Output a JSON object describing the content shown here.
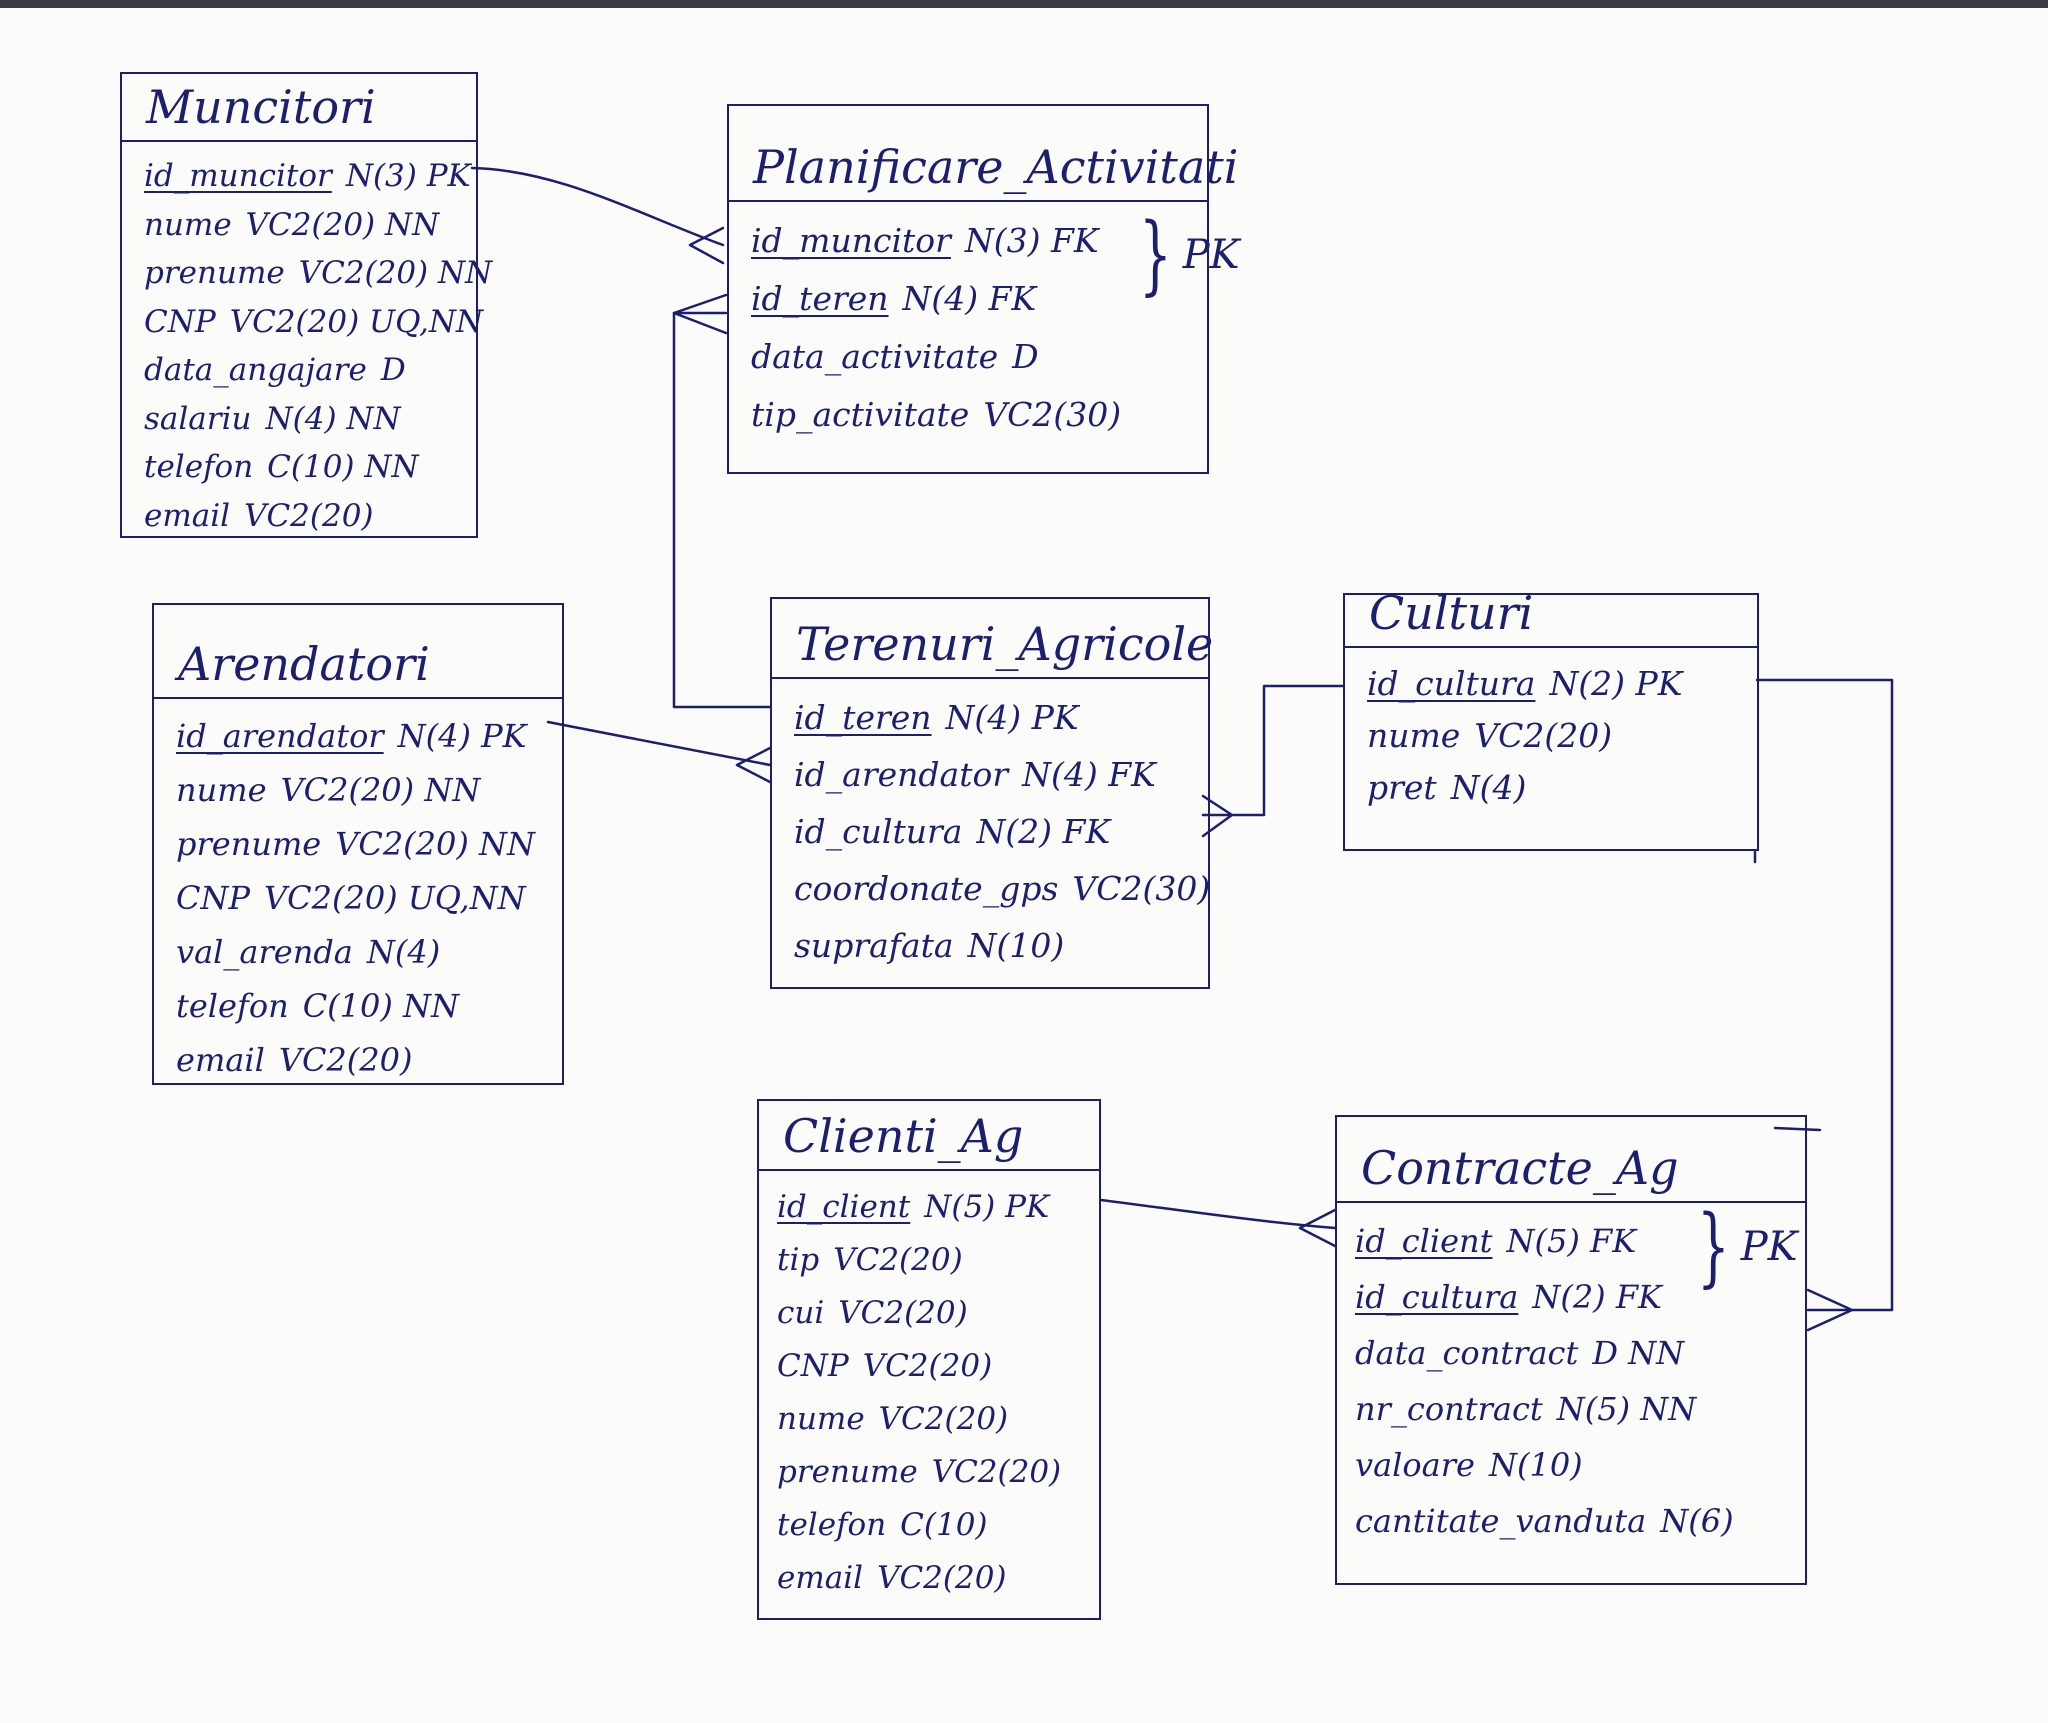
{
  "entities": {
    "muncitori": {
      "title": "Muncitori",
      "attributes": [
        {
          "name": "id_muncitor",
          "type": "N(3) PK"
        },
        {
          "name": "nume",
          "type": "VC2(20) NN"
        },
        {
          "name": "prenume",
          "type": "VC2(20) NN"
        },
        {
          "name": "CNP",
          "type": "VC2(20) UQ,NN"
        },
        {
          "name": "data_angajare",
          "type": "D"
        },
        {
          "name": "salariu",
          "type": "N(4) NN"
        },
        {
          "name": "telefon",
          "type": "C(10) NN"
        },
        {
          "name": "email",
          "type": "VC2(20)"
        }
      ]
    },
    "planificare": {
      "title": "Planificare_Activitati",
      "attributes": [
        {
          "name": "id_muncitor",
          "type": "N(3) FK"
        },
        {
          "name": "id_teren",
          "type": "N(4) FK"
        },
        {
          "name": "data_activitate",
          "type": "D"
        },
        {
          "name": "tip_activitate",
          "type": "VC2(30)"
        }
      ],
      "composite_key_label": "PK"
    },
    "arendatori": {
      "title": "Arendatori",
      "attributes": [
        {
          "name": "id_arendator",
          "type": "N(4) PK"
        },
        {
          "name": "nume",
          "type": "VC2(20) NN"
        },
        {
          "name": "prenume",
          "type": "VC2(20) NN"
        },
        {
          "name": "CNP",
          "type": "VC2(20) UQ,NN"
        },
        {
          "name": "val_arenda",
          "type": "N(4)"
        },
        {
          "name": "telefon",
          "type": "C(10) NN"
        },
        {
          "name": "email",
          "type": "VC2(20)"
        }
      ]
    },
    "terenuri": {
      "title": "Terenuri_Agricole",
      "attributes": [
        {
          "name": "id_teren",
          "type": "N(4) PK"
        },
        {
          "name": "id_arendator",
          "type": "N(4) FK"
        },
        {
          "name": "id_cultura",
          "type": "N(2) FK"
        },
        {
          "name": "coordonate_gps",
          "type": "VC2(30)"
        },
        {
          "name": "suprafata",
          "type": "N(10)"
        }
      ]
    },
    "culturi": {
      "title": "Culturi",
      "attributes": [
        {
          "name": "id_cultura",
          "type": "N(2) PK"
        },
        {
          "name": "nume",
          "type": "VC2(20)"
        },
        {
          "name": "pret",
          "type": "N(4)"
        }
      ]
    },
    "clienti": {
      "title": "Clienti_Ag",
      "attributes": [
        {
          "name": "id_client",
          "type": "N(5) PK"
        },
        {
          "name": "tip",
          "type": "VC2(20)"
        },
        {
          "name": "cui",
          "type": "VC2(20)"
        },
        {
          "name": "CNP",
          "type": "VC2(20)"
        },
        {
          "name": "nume",
          "type": "VC2(20)"
        },
        {
          "name": "prenume",
          "type": "VC2(20)"
        },
        {
          "name": "telefon",
          "type": "C(10)"
        },
        {
          "name": "email",
          "type": "VC2(20)"
        }
      ]
    },
    "contracte": {
      "title": "Contracte_Ag",
      "attributes": [
        {
          "name": "id_client",
          "type": "N(5) FK"
        },
        {
          "name": "id_cultura",
          "type": "N(2) FK"
        },
        {
          "name": "data_contract",
          "type": "D NN"
        },
        {
          "name": "nr_contract",
          "type": "N(5) NN"
        },
        {
          "name": "valoare",
          "type": "N(10)"
        },
        {
          "name": "cantitate_vanduta",
          "type": "N(6)"
        }
      ],
      "composite_key_label": "PK"
    }
  },
  "relationships": [
    {
      "from": "Muncitori",
      "to": "Planificare_Activitati",
      "cardinality": "1:N"
    },
    {
      "from": "Terenuri_Agricole",
      "to": "Planificare_Activitati",
      "cardinality": "1:N"
    },
    {
      "from": "Arendatori",
      "to": "Terenuri_Agricole",
      "cardinality": "1:N"
    },
    {
      "from": "Culturi",
      "to": "Terenuri_Agricole",
      "cardinality": "1:N"
    },
    {
      "from": "Culturi",
      "to": "Contracte_Ag",
      "cardinality": "1:N"
    },
    {
      "from": "Clienti_Ag",
      "to": "Contracte_Ag",
      "cardinality": "1:N"
    }
  ],
  "colors": {
    "ink": "#1b1f6e",
    "paper": "#fbfbf9"
  }
}
